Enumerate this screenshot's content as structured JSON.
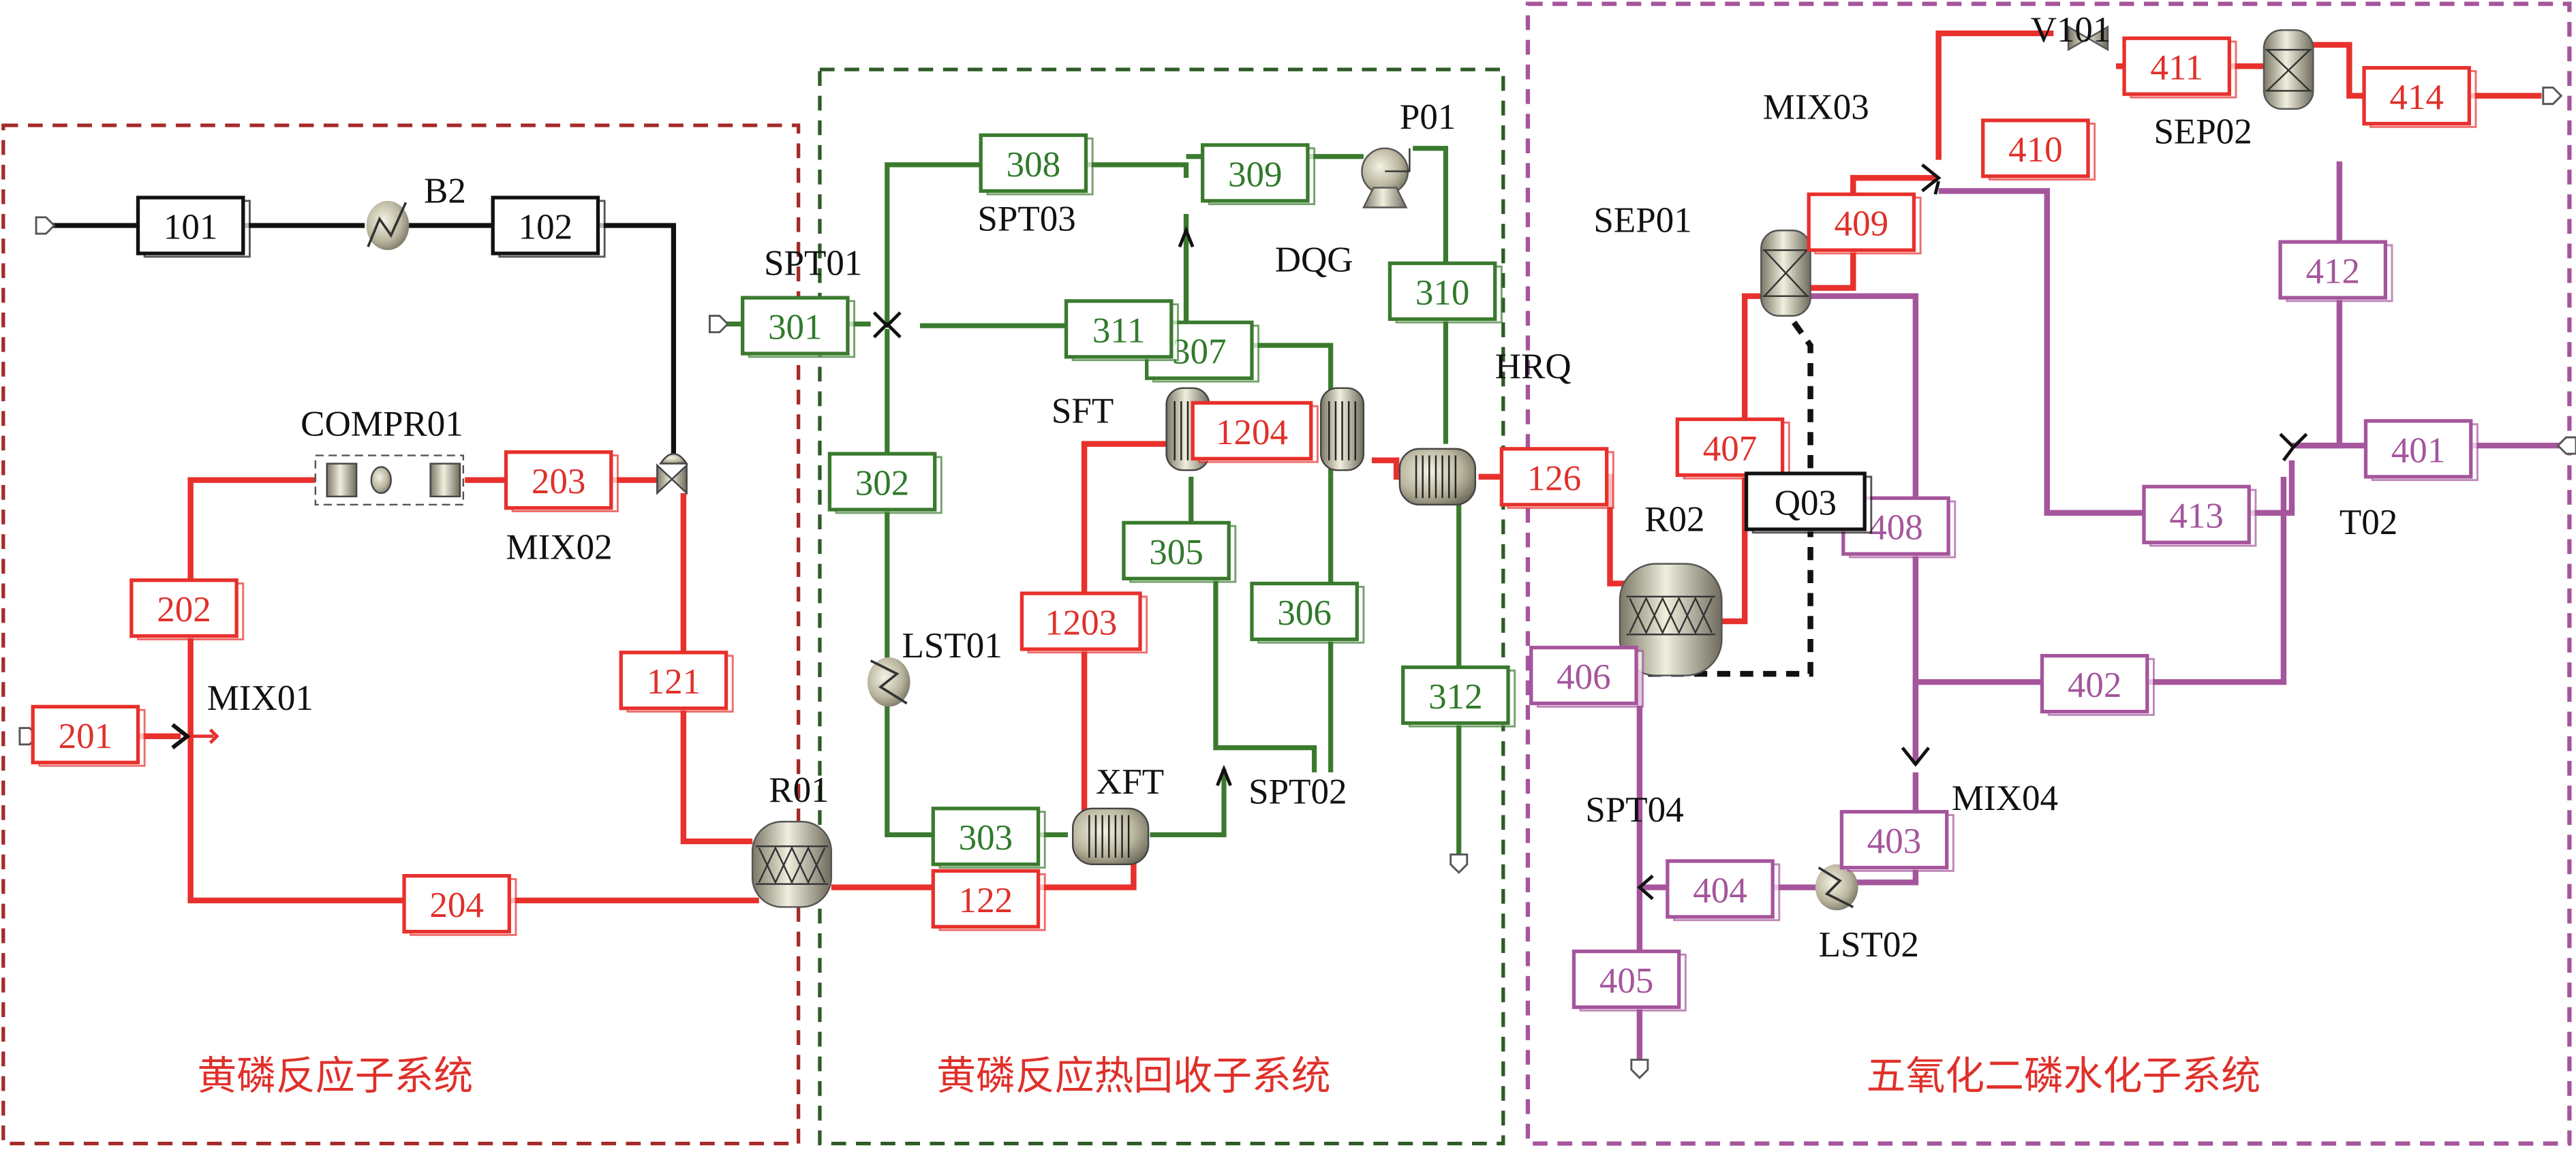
{
  "colors": {
    "red": "#e8302c",
    "green": "#3a7a2e",
    "purple": "#a5559c",
    "black": "#111111",
    "box_red": "#a52a2a",
    "box_green": "#2e5b27",
    "box_purple": "#a5559c",
    "title_red": "#e0302a"
  },
  "subsystems": [
    {
      "id": "yellow-phosphorus-reaction",
      "title": "黄磷反应子系统",
      "color": "box_red"
    },
    {
      "id": "heat-recovery",
      "title": "黄磷反应热回收子系统",
      "color": "box_green"
    },
    {
      "id": "p2o5-hydration",
      "title": "五氧化二磷水化子系统",
      "color": "box_purple"
    }
  ],
  "units": {
    "B2": "B2",
    "COMPR01": "COMPR01",
    "MIX01": "MIX01",
    "MIX02": "MIX02",
    "R01": "R01",
    "SPT01": "SPT01",
    "SPT02": "SPT02",
    "SPT03": "SPT03",
    "SFT": "SFT",
    "DQG": "DQG",
    "P01": "P01",
    "HRQ": "HRQ",
    "LST01": "LST01",
    "XFT": "XFT",
    "SEP01": "SEP01",
    "SEP02": "SEP02",
    "MIX03": "MIX03",
    "MIX04": "MIX04",
    "V101": "V101",
    "R02": "R02",
    "T02": "T02",
    "SPT04": "SPT04",
    "LST02": "LST02"
  },
  "streams": {
    "s101": "101",
    "s102": "102",
    "s201": "201",
    "s202": "202",
    "s203": "203",
    "s204": "204",
    "s121": "121",
    "s122": "122",
    "s126": "126",
    "s1203": "1203",
    "s1204": "1204",
    "s301": "301",
    "s302": "302",
    "s303": "303",
    "s305": "305",
    "s306": "306",
    "s307": "307",
    "s308": "308",
    "s309": "309",
    "s310": "310",
    "s311": "311",
    "s312": "312",
    "s401": "401",
    "s402": "402",
    "s403": "403",
    "s404": "404",
    "s405": "405",
    "s406": "406",
    "s407": "407",
    "s408": "408",
    "s409": "409",
    "s410": "410",
    "s411": "411",
    "s412": "412",
    "s413": "413",
    "s414": "414",
    "Q03": "Q03"
  }
}
